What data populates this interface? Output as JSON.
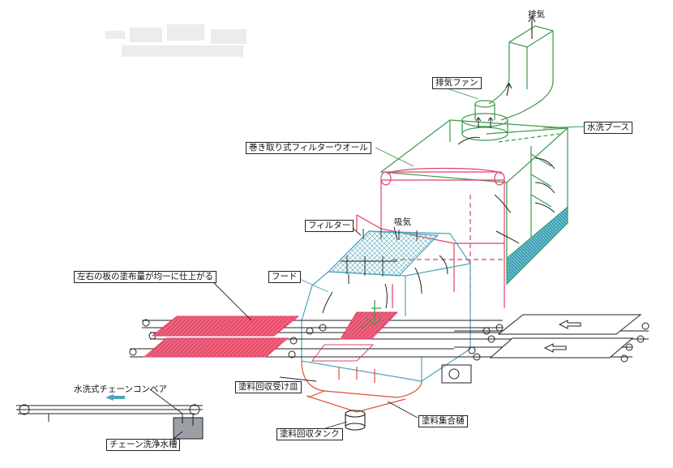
{
  "labels": {
    "exhaust": "排気",
    "exhaust_fan": "排気ファン",
    "water_booth": "水洗ブース",
    "filter_wall": "巻き取り式フィルターウオール",
    "filter": "フィルター",
    "intake": "吸気",
    "hood": "フード",
    "even_coating": "左右の板の塗布量が均一に仕上がる",
    "paint_tray": "塗料回収受け皿",
    "paint_manifold": "塗料集合樋",
    "paint_tank": "塗料回収タンク",
    "chain_conveyor": "水洗式チェーンコンベア",
    "chain_wash_tank": "チェーン洗浄水槽"
  },
  "colors": {
    "booth_line": "#3a9a4a",
    "filter_wall_line": "#e0406a",
    "hood_line": "#4aa6b8",
    "water": "#3aa0b4",
    "coated_board": "#e8506e",
    "tray_line": "#e05030",
    "ink": "#222222"
  },
  "icons": [
    "left-arrow-icon",
    "fan-icon",
    "airflow-arrow-icon"
  ]
}
